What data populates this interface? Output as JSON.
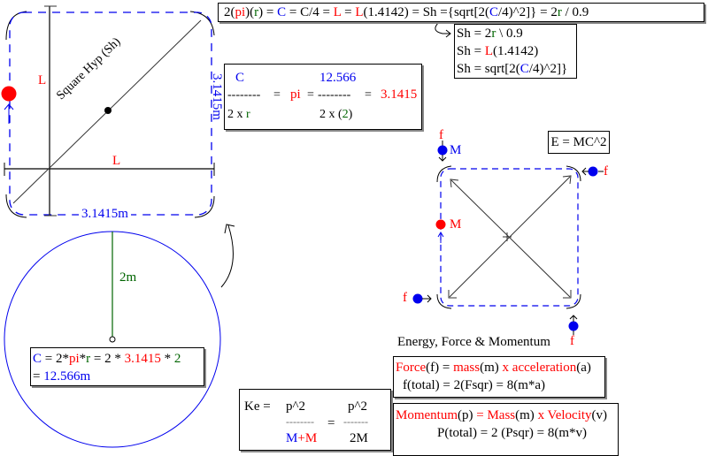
{
  "colors": {
    "blue": "#0000ee",
    "red": "#ff0000",
    "green": "#006400",
    "black": "#000000"
  },
  "square_diagram": {
    "side_label_left": "L",
    "side_label_bottom": "L",
    "hyp_label": "Square Hyp (Sh)",
    "right_measure": "3.1415m",
    "bottom_measure": "3.1415m"
  },
  "circle_diagram": {
    "radius_label": "2m",
    "formula": {
      "c": "C",
      "eq1": " = 2*",
      "pi": "pi",
      "star": "*",
      "r": "r",
      "eq2": " = 2 * ",
      "pi_val": "3.1415",
      "times": " * ",
      "two": "2",
      "line2_eq": "= ",
      "result": "12.566m"
    }
  },
  "top_equation": {
    "p1": "2(",
    "pi": "pi",
    "p2": ")(",
    "r": "r",
    "p3": ") = ",
    "c": "C",
    "p4": " = C/4 = ",
    "l1": "L",
    "p5": " = ",
    "l2": "L",
    "p6": "(1.4142) = Sh  ={sqrt[2(",
    "c2": "C",
    "p7": "/4)^2]} = 2",
    "r2": "r",
    "p8": " / 0.9"
  },
  "sh_box": {
    "l1a": "Sh = 2",
    "l1r": "r",
    "l1b": " \\ 0.9",
    "l2a": "Sh = ",
    "l2l": "L",
    "l2b": "(1.4142)",
    "l3a": "Sh = sqrt[2(",
    "l3c": "C",
    "l3b": "/4)^2]}"
  },
  "pi_box": {
    "num_left": "C",
    "dash_left": "--------",
    "den_left_a": "2 x ",
    "den_left_r": "r",
    "eq1": "=",
    "pi": "pi",
    "eq2": "=",
    "num_right": "12.566",
    "dash_right": "--------",
    "den_right_a": "2 x (",
    "den_right_2": "2",
    "den_right_b": ")",
    "eq3": "=",
    "result": "3.1415"
  },
  "emc_box": {
    "text": "E = MC^2"
  },
  "force_diagram": {
    "top_f": "f",
    "top_m": "M",
    "right_f": "f",
    "left_m": "M",
    "left_f": "f",
    "bottom_f": "f"
  },
  "efm_title": "Energy, Force & Momentum",
  "force_box": {
    "l1_force": "Force",
    "l1_f": "(f) = ",
    "l1_mass": "mass",
    "l1_m": "(m) ",
    "l1_x": "x ",
    "l1_acc": "acceleration",
    "l1_a": "(a)",
    "l2": "f(total) = 2(Fsqr) = 8(m*a)"
  },
  "momentum_box": {
    "l1_mom": "Momentum",
    "l1_p": "(p) ",
    "l1_eq": "= ",
    "l1_mass": "Mass",
    "l1_m": "(m) ",
    "l1_x": "x ",
    "l1_vel": "Velocity",
    "l1_v": "(v)",
    "l2": "P(total) = 2 (Psqr) = 8(m*v)"
  },
  "ke_box": {
    "ke": "Ke  =",
    "num1": "p^2",
    "dash1": "--------",
    "den1_m1": "M",
    "den1_plus": "+",
    "den1_m2": "M",
    "eq": "=",
    "num2": "p^2",
    "dash2": "-------",
    "den2": "2M"
  }
}
